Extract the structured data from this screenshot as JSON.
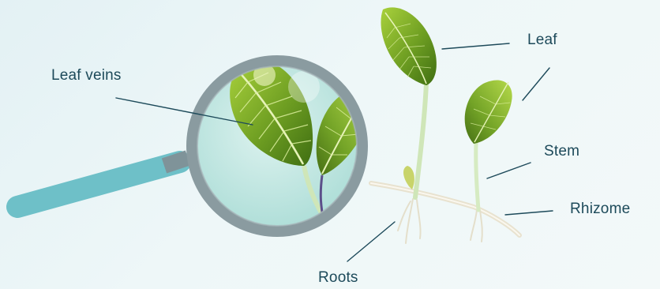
{
  "labels": {
    "leaf_veins": "Leaf veins",
    "leaf": "Leaf",
    "stem": "Stem",
    "rhizome": "Rhizome",
    "roots": "Roots"
  },
  "colors": {
    "leader_line": "#1d4a5a",
    "label_text": "#1d4a5a",
    "leaf_dark": "#5a8a1c",
    "leaf_light": "#b7d94a",
    "stem": "#cfe6b8",
    "rhizome": "#efe9d8",
    "lens_frame": "#8a9ba0",
    "lens_glass": "#bfe3de",
    "handle": "#6ec0c8"
  },
  "icons": {
    "magnifier": "magnifying-glass-icon"
  }
}
